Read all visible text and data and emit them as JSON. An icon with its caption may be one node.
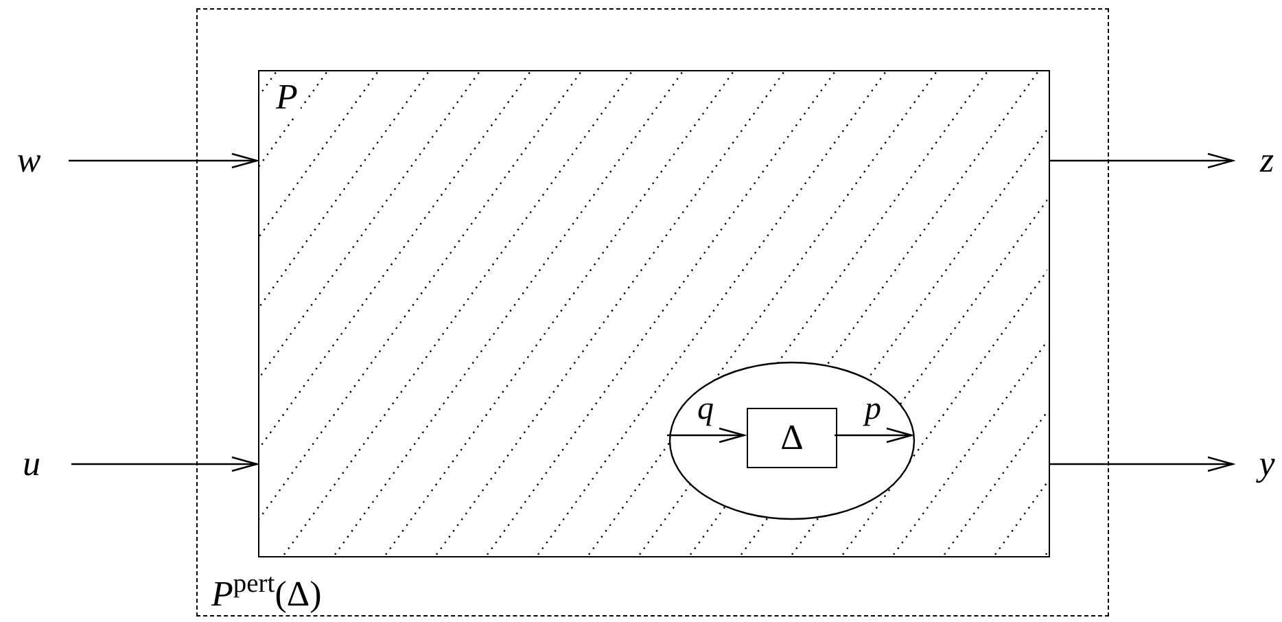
{
  "diagram": {
    "nodes": [
      {
        "text": [
          "*P*$^{pert}$(Δ)"
        ]
      },
      {
        "text": [
          "P"
        ],
        "in": 0
      },
      {
        "text": [],
        "shape": "ellipse",
        "in": 1
      },
      {
        "text": [
          "Δ"
        ],
        "in": 2
      },
      {
        "text": [
          "w"
        ]
      },
      {
        "text": [
          "u"
        ]
      },
      {
        "text": [
          "z"
        ]
      },
      {
        "text": [
          "y"
        ]
      }
    ],
    "edges": [
      {
        "from": 4,
        "to": 1,
        "arrow": "to"
      },
      {
        "from": 5,
        "to": 1,
        "arrow": "to"
      },
      {
        "from": 1,
        "to": 6,
        "arrow": "to"
      },
      {
        "from": 1,
        "to": 7,
        "arrow": "to"
      },
      {
        "from": 2,
        "to": 3,
        "arrow": "to",
        "label": "q"
      },
      {
        "from": 3,
        "to": 2,
        "arrow": "to",
        "label": "p"
      }
    ]
  }
}
